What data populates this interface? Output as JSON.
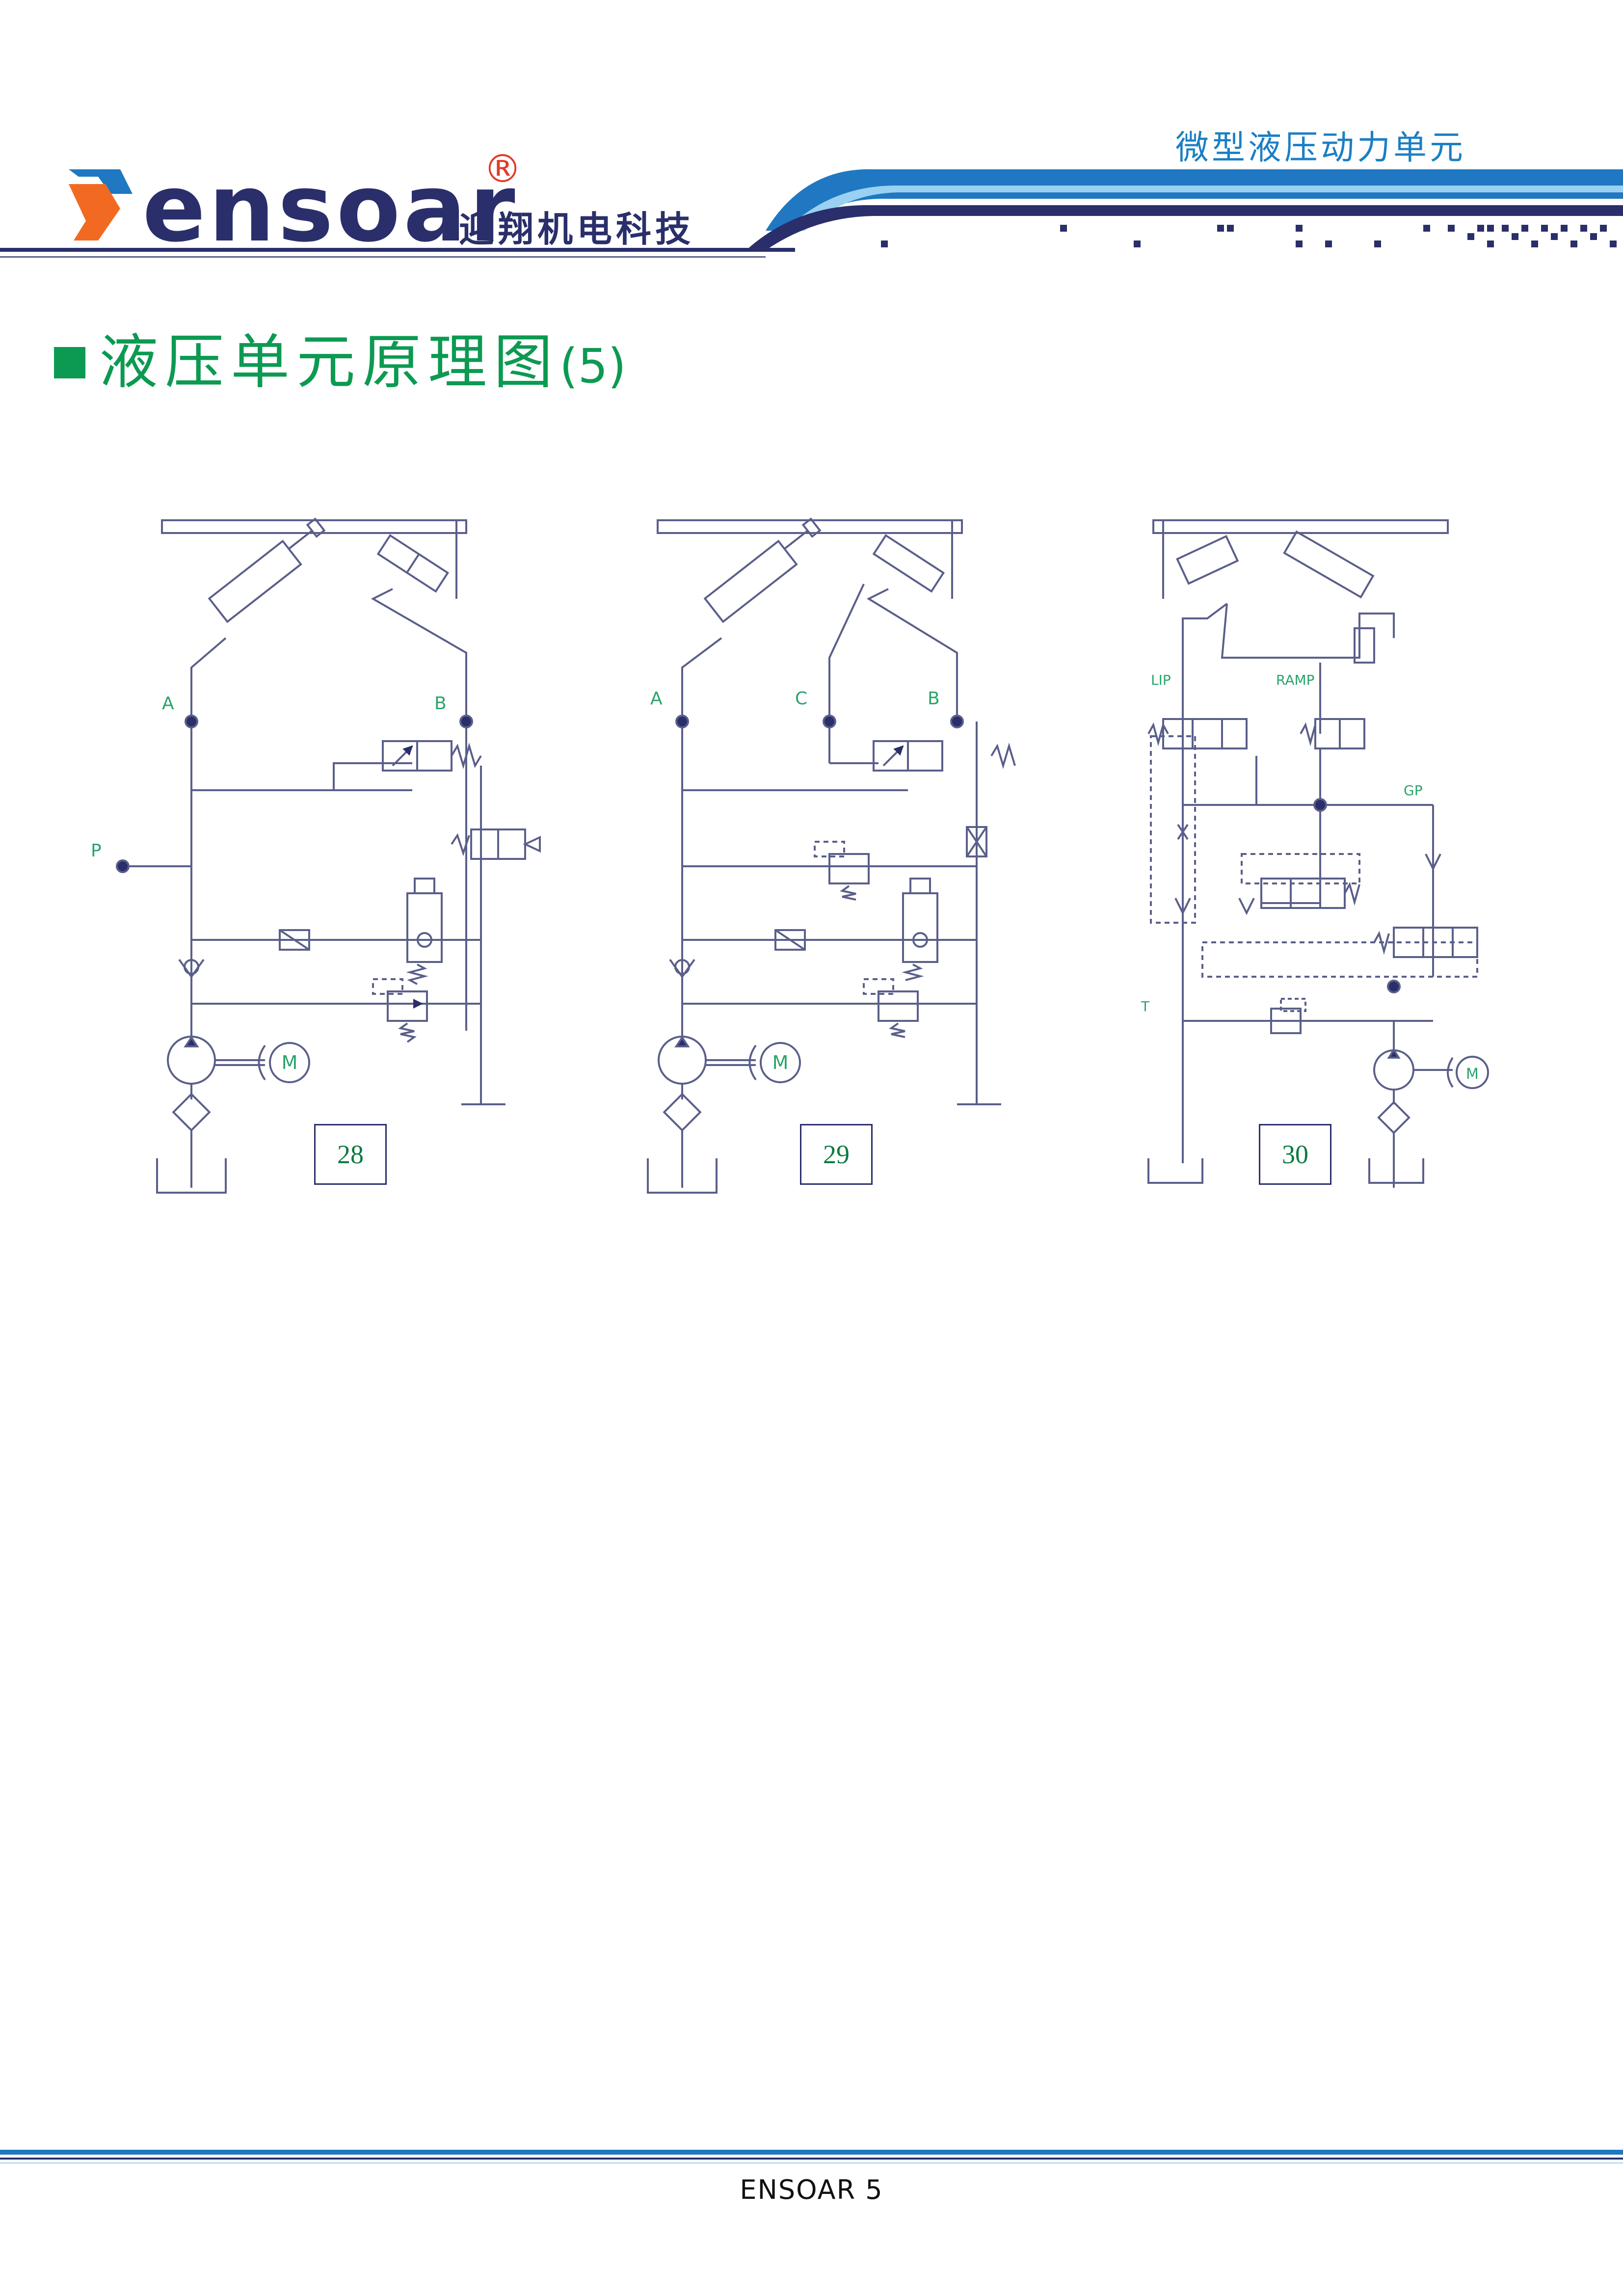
{
  "header": {
    "logo_word": "ensoar",
    "registered": "®",
    "company_cn": "迎翔机电科技",
    "brand_tagline": "微型液压动力单元"
  },
  "section": {
    "title": "液压单元原理图",
    "number": "(5)"
  },
  "diagrams": [
    {
      "id": "28",
      "ports": [
        "A",
        "B",
        "P"
      ]
    },
    {
      "id": "29",
      "ports": [
        "A",
        "C",
        "B"
      ]
    },
    {
      "id": "30",
      "ports": [
        "LIP",
        "RAMP",
        "GP",
        "T"
      ]
    }
  ],
  "footer": {
    "text": "ENSOAR  5"
  },
  "colors": {
    "accent_green": "#0c9a52",
    "brand_blue": "#1b7fc4",
    "navy": "#2a2f6b",
    "line": "#5a5f8a",
    "port_label": "#2aa36a",
    "logo_orange": "#f26a21"
  }
}
